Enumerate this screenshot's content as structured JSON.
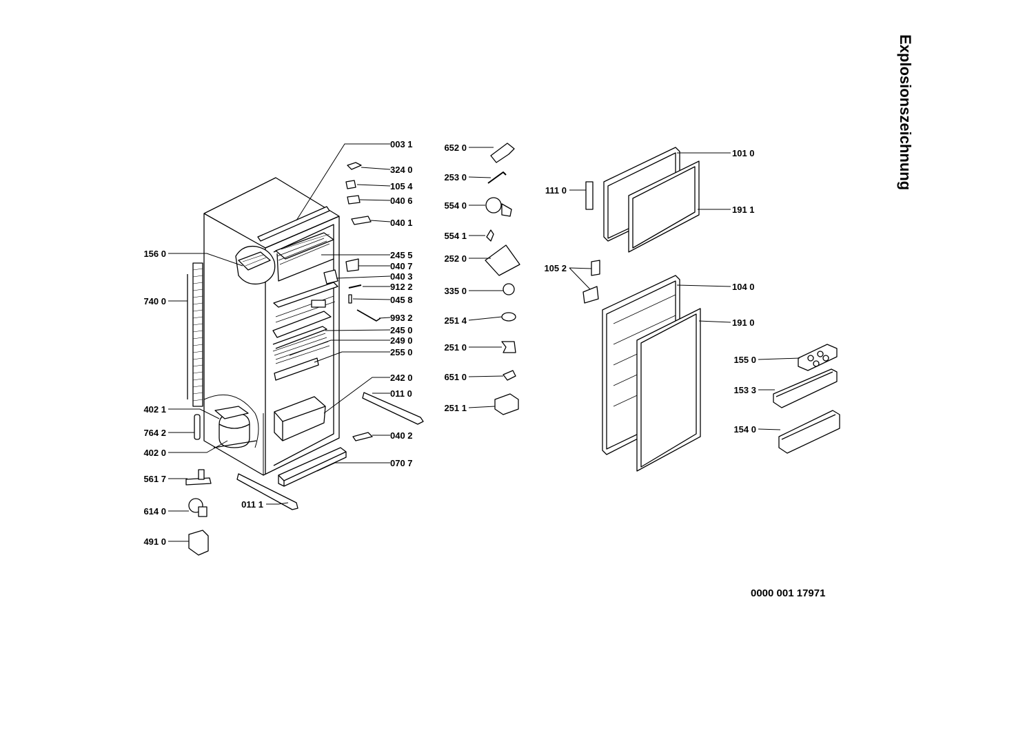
{
  "title": "Explosionszeichnung",
  "document_number": "0000  001 17971",
  "callouts": [
    {
      "id": "c_003_1",
      "text": "003 1"
    },
    {
      "id": "c_324_0",
      "text": "324 0"
    },
    {
      "id": "c_105_4",
      "text": "105 4"
    },
    {
      "id": "c_040_6",
      "text": "040 6"
    },
    {
      "id": "c_040_1",
      "text": "040 1"
    },
    {
      "id": "c_156_0",
      "text": "156 0"
    },
    {
      "id": "c_245_5",
      "text": "245 5"
    },
    {
      "id": "c_040_7",
      "text": "040 7"
    },
    {
      "id": "c_040_3",
      "text": "040 3"
    },
    {
      "id": "c_740_0",
      "text": "740 0"
    },
    {
      "id": "c_912_2",
      "text": "912 2"
    },
    {
      "id": "c_045_8",
      "text": "045 8"
    },
    {
      "id": "c_993_2",
      "text": "993 2"
    },
    {
      "id": "c_245_0",
      "text": "245 0"
    },
    {
      "id": "c_249_0",
      "text": "249 0"
    },
    {
      "id": "c_255_0",
      "text": "255 0"
    },
    {
      "id": "c_242_0",
      "text": "242 0"
    },
    {
      "id": "c_011_0",
      "text": "011 0"
    },
    {
      "id": "c_402_1",
      "text": "402 1"
    },
    {
      "id": "c_040_2",
      "text": "040 2"
    },
    {
      "id": "c_764_2",
      "text": "764 2"
    },
    {
      "id": "c_402_0",
      "text": "402 0"
    },
    {
      "id": "c_070_7",
      "text": "070 7"
    },
    {
      "id": "c_561_7",
      "text": "561 7"
    },
    {
      "id": "c_011_1",
      "text": "011 1"
    },
    {
      "id": "c_614_0",
      "text": "614 0"
    },
    {
      "id": "c_491_0",
      "text": "491 0"
    },
    {
      "id": "c_652_0",
      "text": "652 0"
    },
    {
      "id": "c_253_0",
      "text": "253 0"
    },
    {
      "id": "c_554_0",
      "text": "554 0"
    },
    {
      "id": "c_554_1",
      "text": "554 1"
    },
    {
      "id": "c_252_0",
      "text": "252 0"
    },
    {
      "id": "c_335_0",
      "text": "335 0"
    },
    {
      "id": "c_251_4",
      "text": "251 4"
    },
    {
      "id": "c_251_0",
      "text": "251 0"
    },
    {
      "id": "c_651_0",
      "text": "651 0"
    },
    {
      "id": "c_251_1",
      "text": "251 1"
    },
    {
      "id": "c_101_0",
      "text": "101 0"
    },
    {
      "id": "c_111_0",
      "text": "111 0"
    },
    {
      "id": "c_191_1",
      "text": "191 1"
    },
    {
      "id": "c_105_2",
      "text": "105 2"
    },
    {
      "id": "c_104_0",
      "text": "104 0"
    },
    {
      "id": "c_191_0",
      "text": "191 0"
    },
    {
      "id": "c_155_0",
      "text": "155 0"
    },
    {
      "id": "c_153_3",
      "text": "153 3"
    },
    {
      "id": "c_154_0",
      "text": "154 0"
    }
  ]
}
